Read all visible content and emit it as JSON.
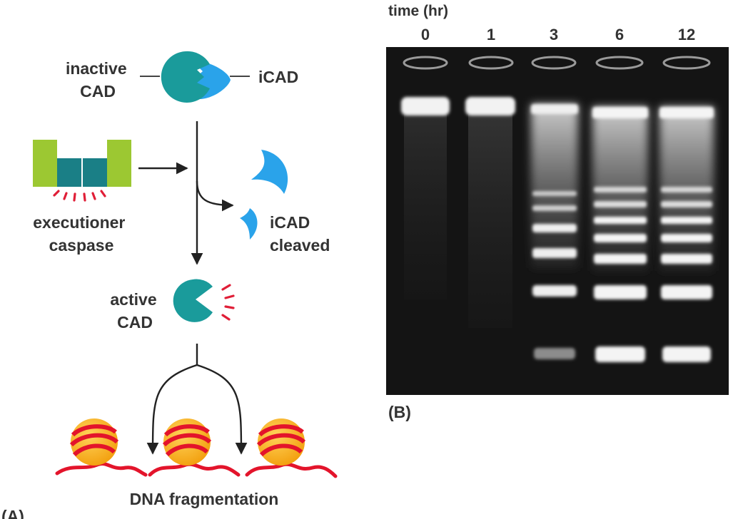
{
  "panel_a": {
    "label": "(A)",
    "inactive_cad": [
      "inactive",
      "CAD"
    ],
    "icad": "iCAD",
    "executioner_caspase": [
      "executioner",
      "caspase"
    ],
    "icad_cleaved": [
      "iCAD",
      "cleaved"
    ],
    "active_cad": [
      "active",
      "CAD"
    ],
    "dna_fragmentation": "DNA fragmentation"
  },
  "panel_b": {
    "label": "(B)",
    "time_axis_label": "time (hr)",
    "lanes": [
      "0",
      "1",
      "3",
      "6",
      "12"
    ]
  },
  "colors": {
    "cad_teal": "#1a9b9b",
    "icad_blue": "#2aa3ea",
    "caspase_green": "#9cc832",
    "caspase_dark_teal": "#1a7f86",
    "red_marks": "#e01e37",
    "nucleosome_yellow": "#f7b51b",
    "dna_red": "#e3142b",
    "gel_background": "#141414"
  }
}
